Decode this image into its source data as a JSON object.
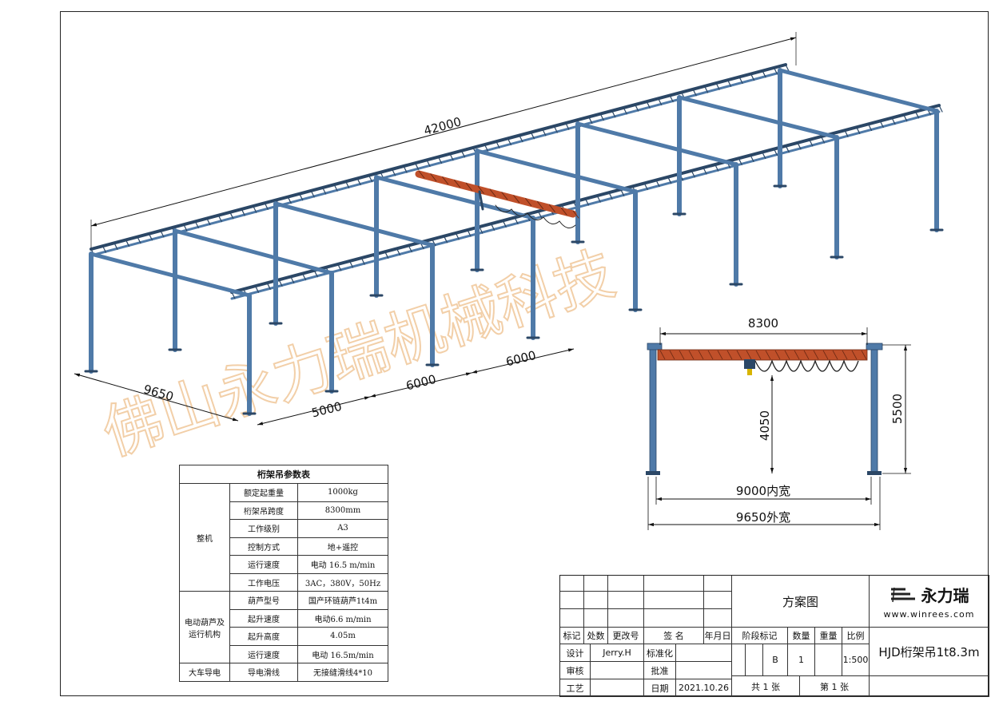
{
  "dimensions": {
    "overall_length": "42000",
    "outer_width": "9650",
    "bay_1": "5000",
    "bay_2": "6000",
    "bay_3": "6000",
    "span": "8300",
    "hook_height": "4050",
    "total_height": "5500",
    "inner_width": "9000内宽",
    "outer_width_label": "9650外宽"
  },
  "watermark": "佛山永力瑞机械科技",
  "param_table": {
    "title": "桁架吊参数表",
    "groups": [
      {
        "group": "整机",
        "rows": [
          {
            "name": "额定起重量",
            "value": "1000kg"
          },
          {
            "name": "桁架吊跨度",
            "value": "8300mm"
          },
          {
            "name": "工作级别",
            "value": "A3"
          },
          {
            "name": "控制方式",
            "value": "地+遥控"
          },
          {
            "name": "运行速度",
            "value": "电动 16.5 m/min"
          },
          {
            "name": "工作电压",
            "value": "3AC，380V，50Hz"
          }
        ]
      },
      {
        "group": "电动葫芦及运行机构",
        "rows": [
          {
            "name": "葫芦型号",
            "value": "国产环链葫芦1t4m"
          },
          {
            "name": "起升速度",
            "value": "电动6.6 m/min"
          },
          {
            "name": "起升高度",
            "value": "4.05m"
          },
          {
            "name": "运行速度",
            "value": "电动 16.5m/min"
          }
        ]
      },
      {
        "group": "大车导电",
        "rows": [
          {
            "name": "导电滑线",
            "value": "无接缝滑线4*10"
          }
        ]
      }
    ]
  },
  "title_block": {
    "labels": {
      "mark": "标记",
      "count": "处数",
      "change_no": "更改号",
      "sign": "签 名",
      "date_ymd": "年月日",
      "design": "设计",
      "standardize": "标准化",
      "review": "审核",
      "approve": "批准",
      "process": "工艺",
      "date": "日期",
      "stage_mark": "阶段标记",
      "quantity": "数量",
      "weight": "重量",
      "scale": "比例"
    },
    "values": {
      "designer": "Jerry.H",
      "date": "2021.10.26",
      "stage": "B",
      "quantity": "1",
      "scale": "1:500",
      "total_sheets": "共 1 张",
      "sheet_no": "第 1 张"
    },
    "drawing_name": "方案图",
    "product_name": "HJD桁架吊1t8.3m",
    "company": "永力瑞",
    "website": "www.winrees.com"
  },
  "colors": {
    "steel": "#4f7aa8",
    "steel_dark": "#2b4766",
    "crane": "#c0502a",
    "watermark": "#f0c79a"
  }
}
